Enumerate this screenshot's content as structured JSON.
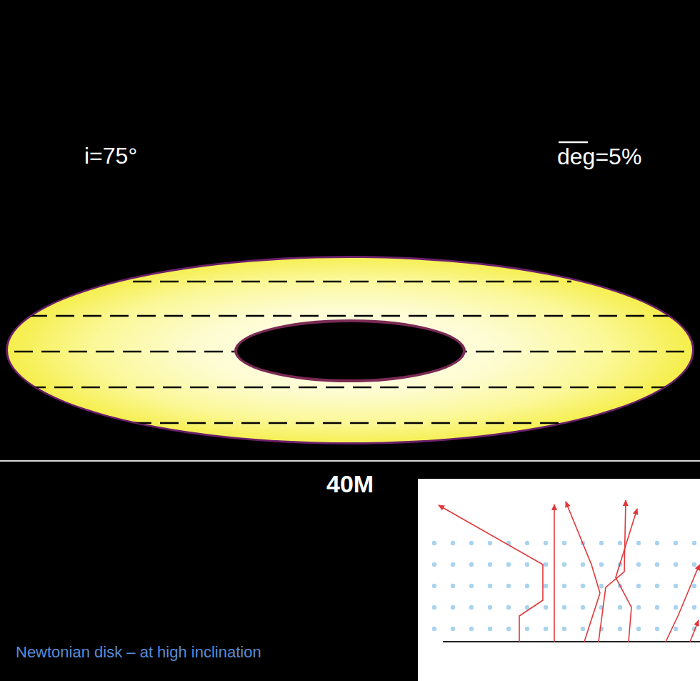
{
  "diagram": {
    "labels": [
      "i=75°",
      "deg=5%",
      "40M",
      "Newtonian disk – at high inclination"
    ]
  }
}
